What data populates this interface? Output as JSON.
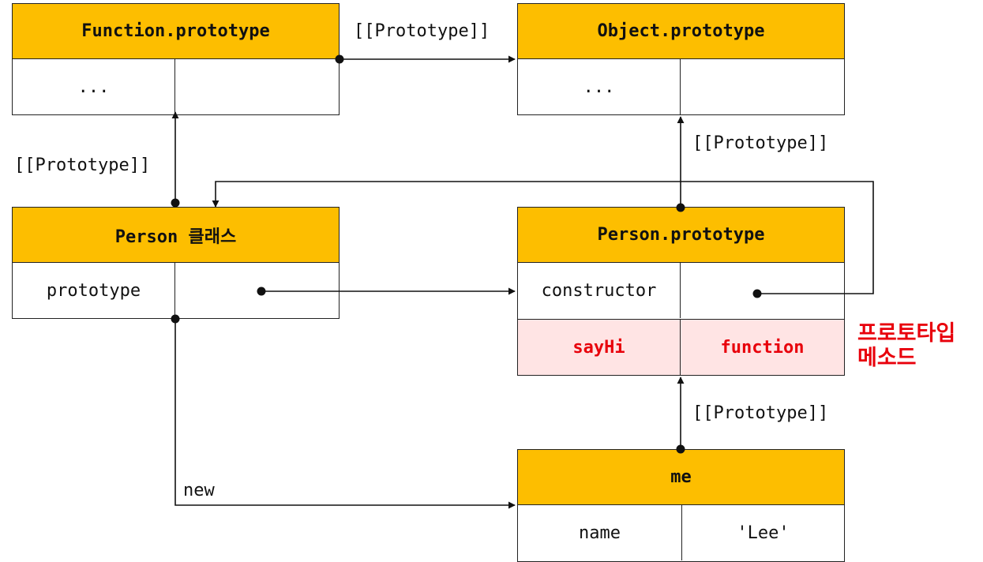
{
  "function_prototype": {
    "title": "Function.prototype",
    "key": "...",
    "value": ""
  },
  "object_prototype": {
    "title": "Object.prototype",
    "key": "...",
    "value": ""
  },
  "person_class": {
    "title": "Person 클래스",
    "key": "prototype",
    "value": ""
  },
  "person_prototype": {
    "title": "Person.prototype",
    "rows": [
      {
        "key": "constructor",
        "value": ""
      },
      {
        "key": "sayHi",
        "value": "function"
      }
    ]
  },
  "me": {
    "title": "me",
    "key": "name",
    "value": "'Lee'"
  },
  "labels": {
    "proto_top": "[[Prototype]]",
    "proto_left": "[[Prototype]]",
    "proto_right_upper": "[[Prototype]]",
    "proto_right_lower": "[[Prototype]]",
    "new": "new"
  },
  "note": {
    "line1": "프로토타입",
    "line2": "메소드"
  },
  "colors": {
    "header": "#FDBE00",
    "highlight_bg": "#FFE4E4",
    "highlight_text": "#E8000B",
    "line": "#111111"
  }
}
